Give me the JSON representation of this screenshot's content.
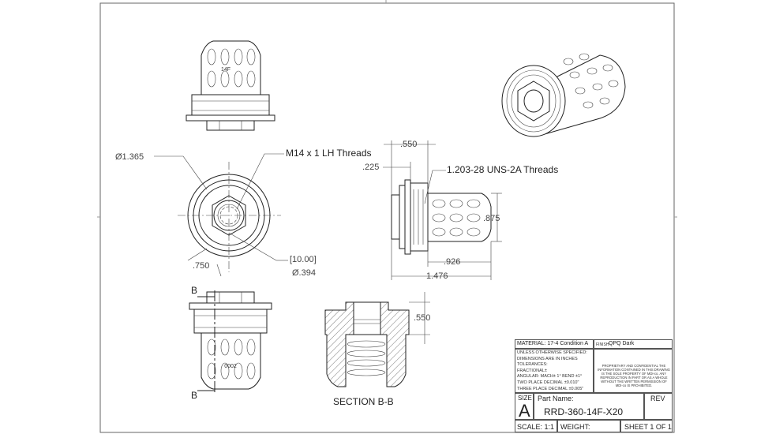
{
  "dims": {
    "d1365": "Ø1.365",
    "m14": "M14 x 1 LH Threads",
    "d750": ".750",
    "d1000": "[10.00]",
    "d394": "Ø.394",
    "d550a": ".550",
    "d225": ".225",
    "uns": "1.203-28 UNS-2A Threads",
    "d875": ".875",
    "d926": ".926",
    "d1476": "1.476",
    "d550b": ".550",
    "engraving_top": "14F",
    "engraving_bottom": "0002",
    "b_top": "B",
    "b_bottom": "B",
    "section": "SECTION B-B"
  },
  "title_block": {
    "material": "MATERIAL: 17-4 Condition A",
    "finish_label": "FINISH:",
    "finish": "QPQ Dark",
    "tolerance_lines": [
      "UNLESS OTHERWISE SPECIFIED:",
      "DIMENSIONS ARE IN INCHES",
      "TOLERANCES:",
      "FRACTIONAL±",
      "ANGULAR: MACH± 1°   BEND ±1°",
      "TWO PLACE DECIMAL   ±0.010\"",
      "THREE PLACE DECIMAL  ±0.005\""
    ],
    "proprietary": "PROPRIETARY AND CONFIDENTIAL THE INFORMATION CONTAINED IN THIS DRAWING IS THE SOLE PROPERTY OF MDI-co. ANY REPRODUCTION IN PART OR AS A WHOLE WITHOUT THE WRITTEN PERMISSION OF MDI-co IS PROHIBITED.",
    "size_label": "SIZE",
    "size": "A",
    "part_name_label": "Part Name:",
    "part_name": "RRD-360-14F-X20",
    "rev_label": "REV",
    "scale": "SCALE: 1:1",
    "weight": "WEIGHT:",
    "sheet": "SHEET 1 OF 1"
  }
}
